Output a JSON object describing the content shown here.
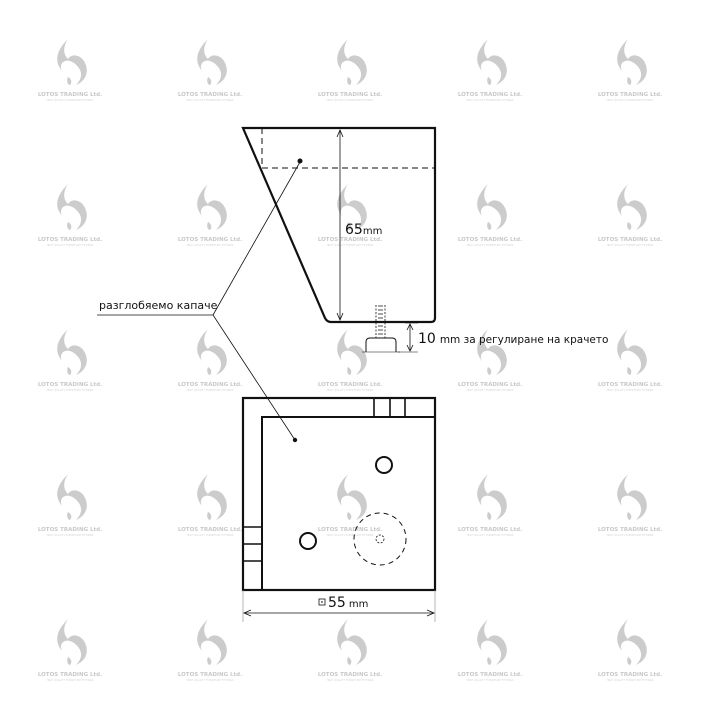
{
  "watermark": {
    "title": "LOTOS TRADING Ltd.",
    "subtitle": "HIGH QUALITY FURNITURE FITTINGS",
    "color": "#cccccc"
  },
  "labels": {
    "cover": "разглобяемо капаче",
    "height_value": "65",
    "height_unit": "mm",
    "adjust_value": "10",
    "adjust_text": "mm за регулиране на крачето",
    "width_value": "55",
    "width_unit": "mm"
  }
}
